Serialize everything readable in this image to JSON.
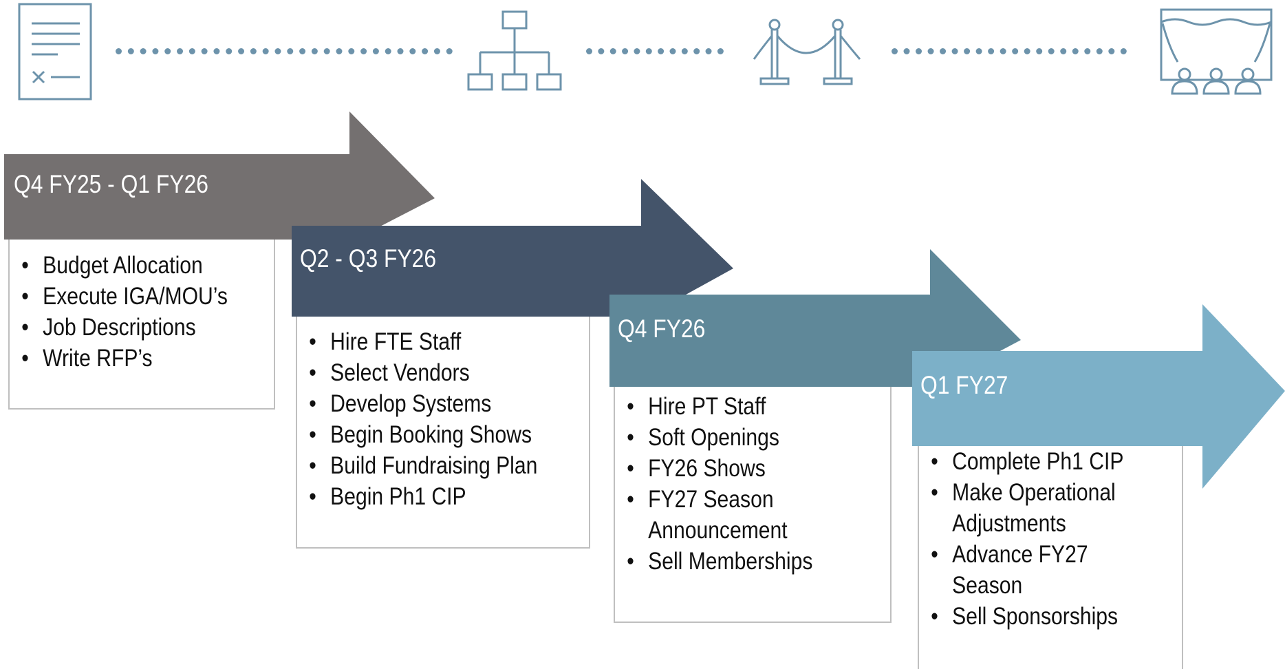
{
  "milestone_icons": [
    {
      "icon": "contract-document-icon"
    },
    {
      "icon": "org-chart-icon"
    },
    {
      "icon": "velvet-rope-stanchion-icon"
    },
    {
      "icon": "theater-stage-audience-icon"
    }
  ],
  "phases": [
    {
      "label": "Q4 FY25 - Q1 FY26",
      "color": "#747070",
      "items": [
        "Budget Allocation",
        "Execute IGA/MOU’s",
        "Job Descriptions",
        "Write RFP’s"
      ]
    },
    {
      "label": "Q2 - Q3 FY26",
      "color": "#44546a",
      "items": [
        "Hire FTE Staff",
        "Select Vendors",
        "Develop Systems",
        "Begin Booking Shows",
        "Build Fundraising Plan",
        "Begin Ph1 CIP"
      ]
    },
    {
      "label": "Q4 FY26",
      "color": "#5f8899",
      "items": [
        "Hire PT Staff",
        "Soft Openings",
        "FY26 Shows",
        "FY27 Season",
        "Announcement",
        "Sell Memberships"
      ]
    },
    {
      "label": "Q1 FY27",
      "color": "#7cb0c8",
      "items": [
        "Complete Ph1 CIP",
        "Make Operational",
        "Adjustments",
        "Advance FY27",
        "Season",
        "Sell Sponsorships"
      ]
    }
  ],
  "colors": {
    "icon_stroke": "#6d93ab",
    "box_border": "#bfbfbf"
  }
}
